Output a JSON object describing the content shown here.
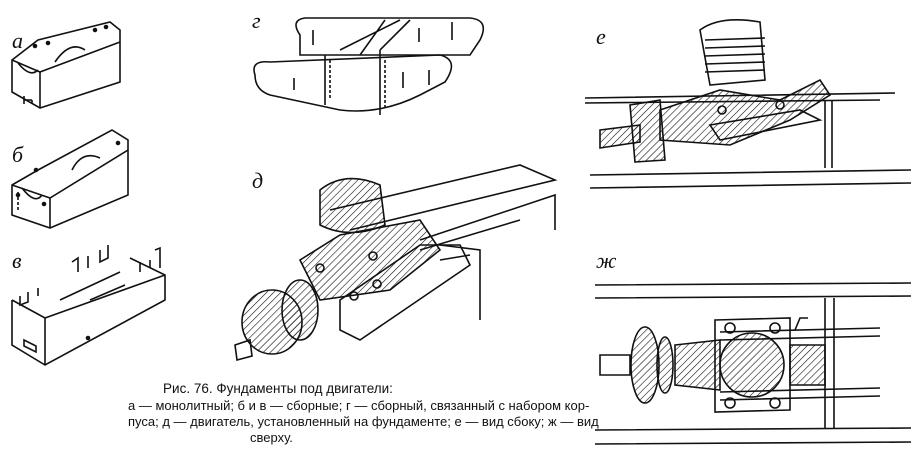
{
  "figure": {
    "panel_labels": {
      "a": "а",
      "b": "б",
      "v": "в",
      "g": "г",
      "d": "д",
      "e": "е",
      "zh": "ж"
    },
    "caption_title": "Рис. 76. Фундаменты под двигатели:",
    "caption_lines": [
      "а — монолитный; б и в — сборные; г — сборный, связанный с набором кор-",
      "пуса; д — двигатель, установленный на фундаменте; е — вид сбоку; ж — вид",
      "сверху."
    ]
  }
}
